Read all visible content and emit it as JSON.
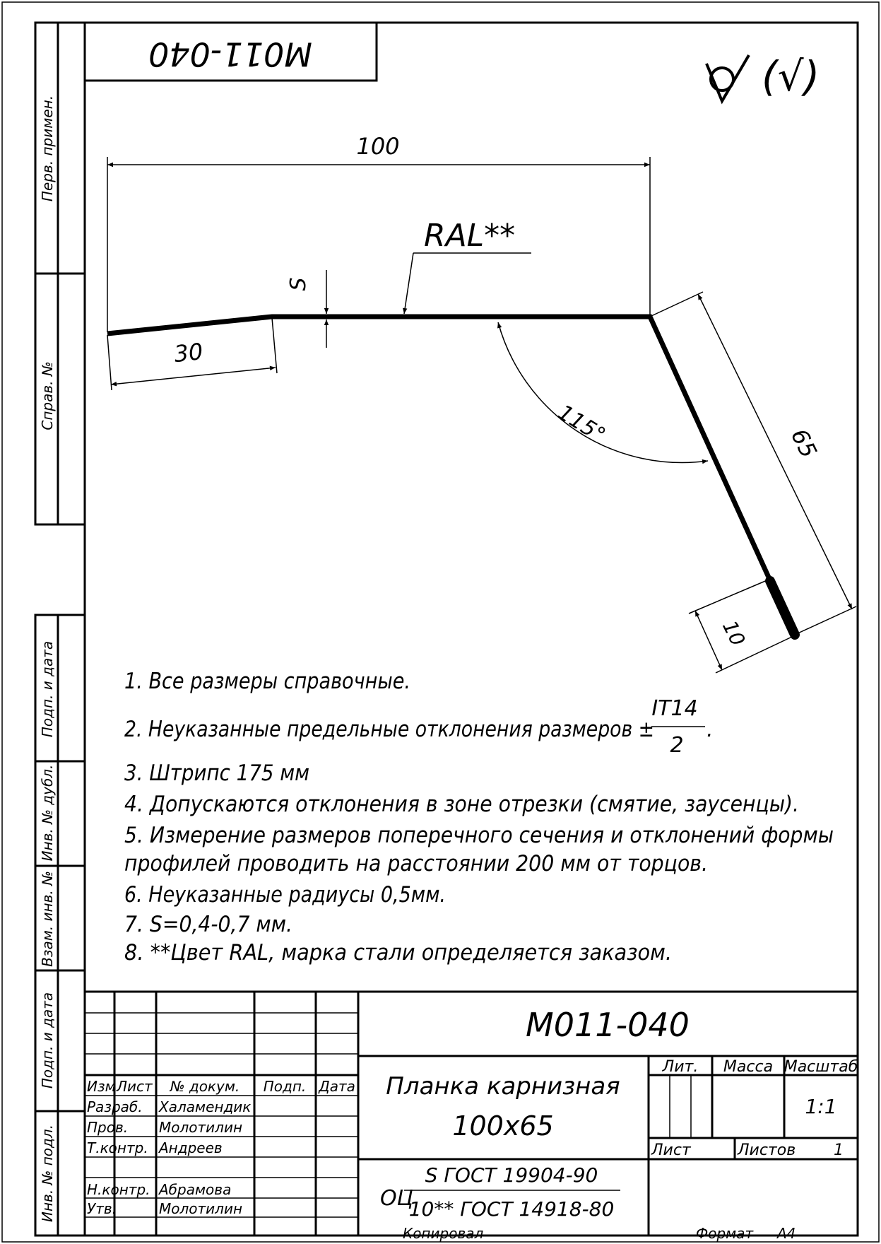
{
  "drawing_code_top": "М011-040",
  "surface_symbol": "(√)",
  "dimensions": {
    "top_length": "100",
    "flange_length": "30",
    "thickness": "S",
    "angle": "115°",
    "side_length": "65",
    "hem_length": "10"
  },
  "coating_label": "RAL**",
  "side_columns": [
    "Перв. примен.",
    "Справ. №",
    "Подп. и дата",
    "Инв. № дубл.",
    "Взам. инв. №",
    "Подп. и дата",
    "Инв. № подл."
  ],
  "notes": [
    "1.  Все размеры справочные.",
    "2.  Неуказанные предельные отклонения размеров ±",
    "3.  Штрипс 175 мм",
    "4.  Допускаются отклонения в зоне отрезки (смятие, заусенцы).",
    "5.  Измерение размеров поперечного сечения и отклонений формы",
    "профилей проводить на расстоянии 200 мм от торцов.",
    "6.  Неуказанные радиусы 0,5мм.",
    "7.  S=0,4-0,7 мм.",
    "8.   **Цвет RAL, марка стали определяется заказом."
  ],
  "tolerance": {
    "numerator": "IT14",
    "denominator": "2",
    "suffix": "."
  },
  "title_block": {
    "designation": "М011-040",
    "part_name_line1": "Планка карнизная",
    "part_name_line2": "100х65",
    "material_prefix": "ОЦ",
    "material_top": "S ГОСТ 19904-90",
    "material_bottom": "10** ГОСТ 14918-80",
    "headers": {
      "izm": "Изм",
      "list": "Лист",
      "doc": "№ докум.",
      "sign": "Подп.",
      "date": "Дата"
    },
    "roles": [
      {
        "role": "Разраб.",
        "name": "Халамендик"
      },
      {
        "role": "Пров.",
        "name": "Молотилин"
      },
      {
        "role": "Т.контр.",
        "name": "Андреев"
      },
      {
        "role": "Н.контр.",
        "name": "Абрамова"
      },
      {
        "role": "Утв.",
        "name": "Молотилин"
      }
    ],
    "lit_label": "Лит.",
    "mass_label": "Масса",
    "scale_label": "Масштаб",
    "scale_value": "1:1",
    "sheet_label": "Лист",
    "sheets_label": "Листов",
    "sheets_value": "1",
    "copied_label": "Копировал",
    "format_label": "Формат",
    "format_value": "А4"
  }
}
